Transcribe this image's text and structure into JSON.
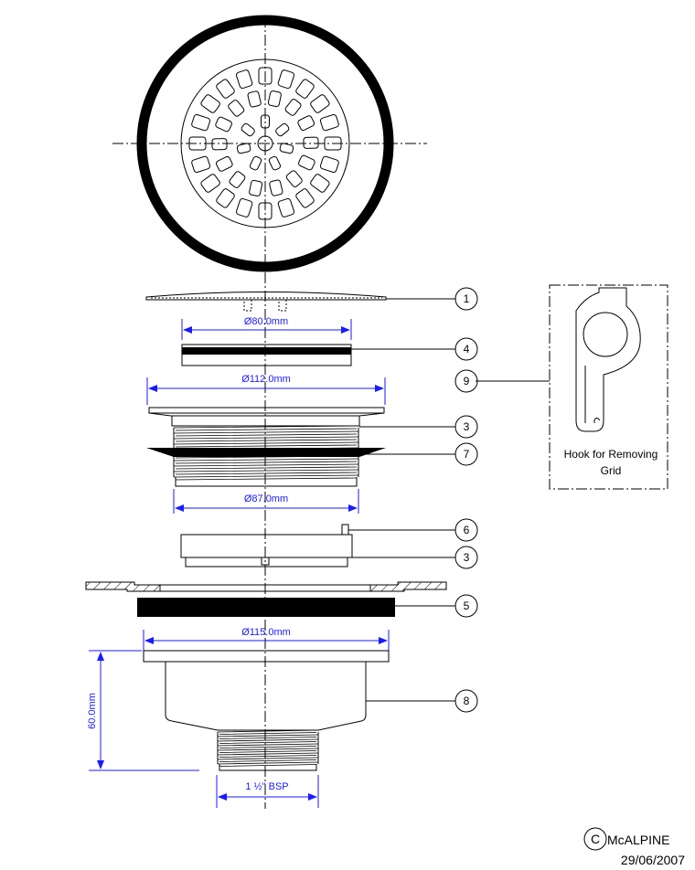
{
  "parts": [
    {
      "number": "1"
    },
    {
      "number": "4"
    },
    {
      "number": "9"
    },
    {
      "number": "3"
    },
    {
      "number": "7"
    },
    {
      "number": "6"
    },
    {
      "number": "3"
    },
    {
      "number": "5"
    },
    {
      "number": "8"
    }
  ],
  "dimensions": {
    "grid_diameter": "Ø80.0mm",
    "flange_diameter": "Ø112.0mm",
    "thread_diameter": "Ø87.0mm",
    "body_flange_diameter": "Ø115.0mm",
    "height": "60.0mm",
    "outlet": "1 ½\" BSP"
  },
  "hook_caption": {
    "line1": "Hook for Removing",
    "line2": "Grid"
  },
  "footer": {
    "copyright_symbol": "C",
    "company": "McALPINE",
    "date": "29/06/2007"
  },
  "colors": {
    "dimension": "#1a1aff",
    "line": "#000000"
  }
}
